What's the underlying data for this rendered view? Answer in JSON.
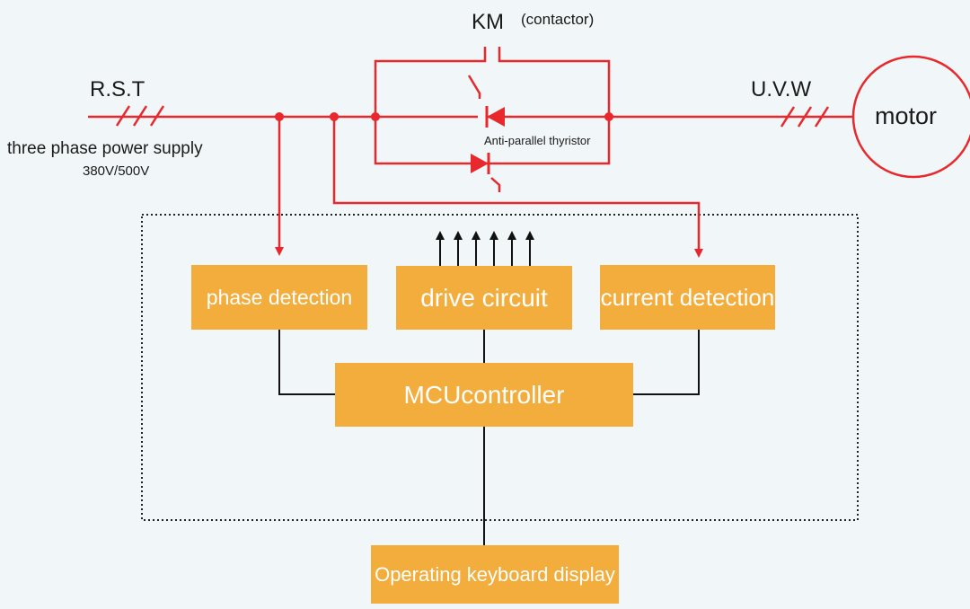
{
  "labels": {
    "km": "KM",
    "contactor": "(contactor)",
    "rst": "R.S.T",
    "supply": "three phase power supply",
    "voltage": "380V/500V",
    "uvw": "U.V.W",
    "motor": "motor",
    "thyristor": "Anti-parallel thyristor"
  },
  "blocks": {
    "phase_detection": "phase detection",
    "drive_circuit": "drive circuit",
    "current_detection": "current detection",
    "mcu_controller": "MCUcontroller",
    "keyboard_display": "Operating keyboard display"
  },
  "colors": {
    "power_line": "#e8282c",
    "block_fill": "#f3ad3d",
    "block_text": "#ffffff",
    "control_line": "#111111",
    "background": "#f1f7f8"
  }
}
